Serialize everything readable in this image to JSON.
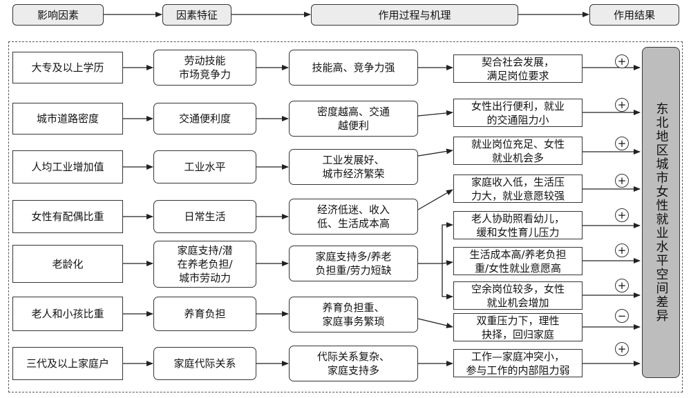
{
  "headers": {
    "factors": "影响因素",
    "features": "因素特征",
    "process": "作用过程与机理",
    "result": "作用结果"
  },
  "rows": [
    {
      "factor": "大专及以上学历",
      "feature": "劳动技能\n市场竞争力",
      "process": "技能高、竞争力强"
    },
    {
      "factor": "城市道路密度",
      "feature": "交通便利度",
      "process": "密度越高、交通\n越便利"
    },
    {
      "factor": "人均工业增加值",
      "feature": "工业水平",
      "process": "工业发展好、\n城市经济繁荣"
    },
    {
      "factor": "女性有配偶比重",
      "feature": "日常生活",
      "process": "经济低迷、收入\n低、生活成本高"
    },
    {
      "factor": "老龄化",
      "feature": "家庭支持/潜\n在养老负担/\n城市劳动力",
      "process": "家庭支持多/养老\n负担重/劳力短缺"
    },
    {
      "factor": "老人和小孩比重",
      "feature": "养育负担",
      "process": "养育负担重、\n家庭事务繁琐"
    },
    {
      "factor": "三代及以上家庭户",
      "feature": "家庭代际关系",
      "process": "代际关系复杂、\n家庭支持多"
    }
  ],
  "outcomes": [
    {
      "text": "契合社会发展，\n满足岗位要求",
      "sign": "+"
    },
    {
      "text": "女性出行便利，就业\n的交通阻力小",
      "sign": "+"
    },
    {
      "text": "就业岗位充足、女性\n就业机会多",
      "sign": "+"
    },
    {
      "text": "家庭收入低，生活压\n力大，就业意愿较强",
      "sign": "+"
    },
    {
      "text": "老人协助照看幼儿，\n缓和女性育儿压力",
      "sign": "+"
    },
    {
      "text": "生活成本高/养老负担\n重/女性就业意愿高",
      "sign": "+"
    },
    {
      "text": "空余岗位较多，女性\n就业机会增加",
      "sign": "+"
    },
    {
      "text": "双重压力下，理性\n抉择，回归家庭",
      "sign": "−"
    },
    {
      "text": "工作—家庭冲突小，\n参与工作的内部阻力弱",
      "sign": "+"
    }
  ],
  "result_text": "东北地区城市女性就业水平空间差异"
}
